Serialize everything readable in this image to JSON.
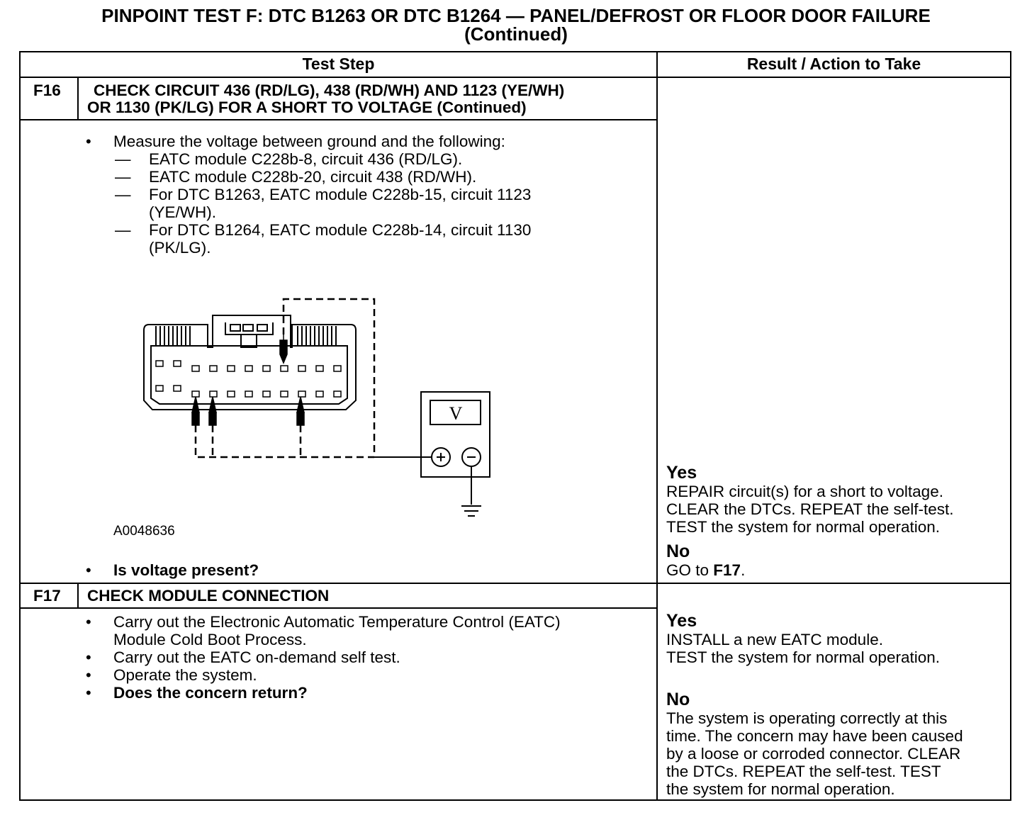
{
  "title": {
    "line1": "PINPOINT TEST  F: DTC B1263 OR DTC B1264 — PANEL/DEFROST OR FLOOR DOOR FAILURE",
    "line2": "(Continued)"
  },
  "table": {
    "col_test_step": "Test Step",
    "col_result": "Result / Action to Take"
  },
  "f16": {
    "id": "F16",
    "heading_line1": "CHECK CIRCUIT 436 (RD/LG), 438 (RD/WH) AND 1123 (YE/WH)",
    "heading_line2": "OR 1130 (PK/LG) FOR A SHORT TO VOLTAGE (Continued)",
    "bullet_glyph": "•",
    "dash_glyph": "—",
    "measure": "Measure the voltage between ground and the following:",
    "items": [
      "EATC module C228b-8, circuit 436 (RD/LG).",
      "EATC module C228b-20, circuit 438 (RD/WH).",
      "For DTC B1263, EATC module C228b-15, circuit 1123",
      "(YE/WH).",
      "For DTC B1264, EATC module C228b-14, circuit 1130",
      "(PK/LG)."
    ],
    "figure_id": "A0048636",
    "meter_label": "V",
    "question": "Is voltage present?",
    "yes_label": "Yes",
    "yes_lines": [
      "REPAIR circuit(s) for a short to voltage.",
      "CLEAR the DTCs. REPEAT the self-test.",
      "TEST the system for normal operation."
    ],
    "no_label": "No",
    "no_prefix": "GO to ",
    "no_target": "F17",
    "no_suffix": "."
  },
  "f17": {
    "id": "F17",
    "heading": "CHECK MODULE CONNECTION",
    "bullets": [
      "Carry out the Electronic Automatic Temperature Control (EATC)",
      "Module Cold Boot Process.",
      "Carry out the EATC on-demand self test.",
      "Operate the system.",
      "Does the concern return?"
    ],
    "yes_label": "Yes",
    "yes_lines": [
      "INSTALL a new EATC module.",
      "TEST the system for normal operation."
    ],
    "no_label": "No",
    "no_lines": [
      "The system is operating correctly at this",
      "time. The concern may have been caused",
      "by a loose or corroded connector. CLEAR",
      "the DTCs. REPEAT the self-test. TEST",
      "the system for normal operation."
    ]
  }
}
